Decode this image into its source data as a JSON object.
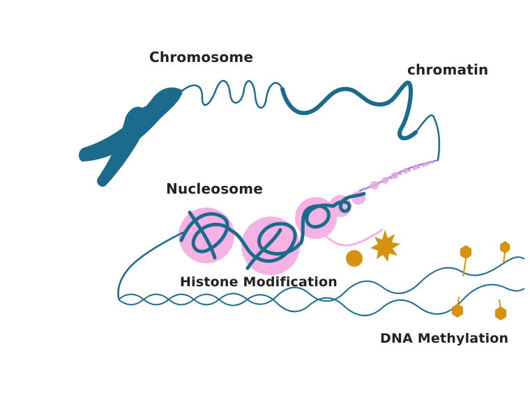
{
  "labels": {
    "chromosome": "Chromosome",
    "chromatin": "chromatin",
    "nucleosome": "Nucleosome",
    "histone_modification": "Histone Modification",
    "dna_methylation": "DNA Methylation"
  },
  "colors": {
    "dna_blue": "#1c6a8c",
    "histone_pink": "#f4b3e3",
    "fiber_lilac": "#c9a3e6",
    "methyl_gold": "#d4920f",
    "text": "#222222"
  },
  "icons": [
    "chromosome-icon",
    "histone-octamer-icon",
    "methyl-group-icon",
    "histone-tail-mark-icon"
  ]
}
